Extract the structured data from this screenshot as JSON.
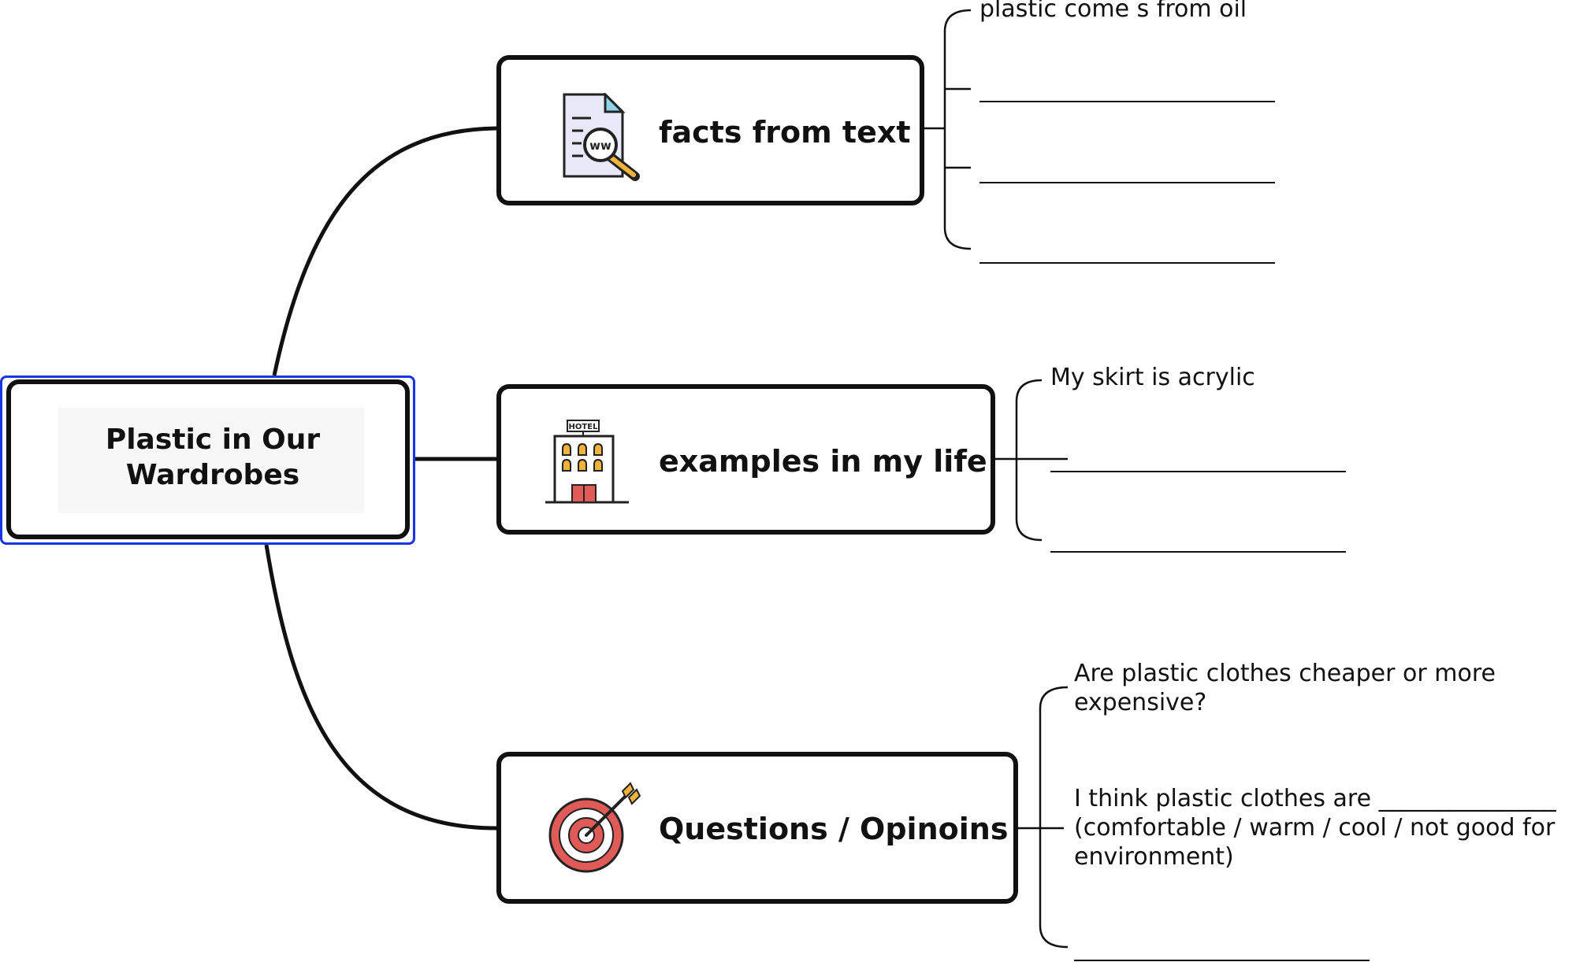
{
  "central_topic": {
    "title_line1": "Plastic in Our",
    "title_line2": "Wardrobes"
  },
  "branches": [
    {
      "title": "facts from text",
      "icon": "document-search-icon",
      "leaves": [
        "plastic come s from oil",
        "",
        "",
        ""
      ]
    },
    {
      "title": "examples in my life",
      "icon": "hotel-building-icon",
      "icon_label": "HOTEL",
      "leaves": [
        "My skirt is acrylic",
        "",
        ""
      ]
    },
    {
      "title": "Questions / Opinoins",
      "icon": "target-icon",
      "leaves": [
        "Are plastic clothes cheaper or more expensive?",
        "I think plastic clothes are _______________ (comfortable / warm / cool / not good for environment)",
        ""
      ]
    }
  ],
  "colors": {
    "outline": "#111111",
    "selection": "#1a33e6",
    "icon_red": "#e05a57",
    "icon_yellow": "#f2b33d",
    "icon_paper": "#e8e8f8",
    "icon_paper_fold": "#8fd3e8"
  }
}
